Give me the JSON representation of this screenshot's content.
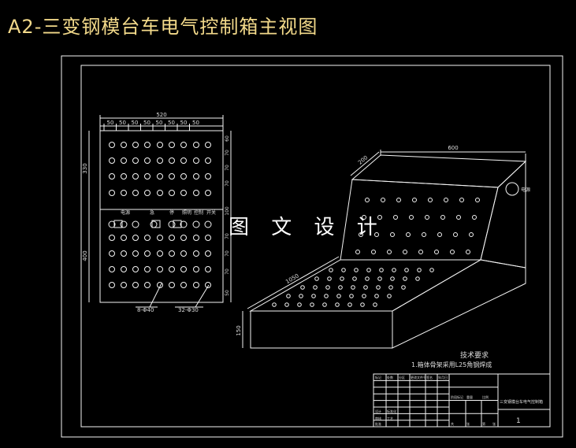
{
  "title": "A2-三变钢模台车电气控制箱主视图",
  "watermark": "图 文 设 计",
  "front_view": {
    "overall_width": "520",
    "column_widths": [
      "50",
      "50",
      "50",
      "50",
      "50",
      "50",
      "50",
      "50"
    ],
    "right_dims": [
      "60",
      "70",
      "70",
      "70",
      "100",
      "70",
      "70",
      "70",
      "50"
    ],
    "left_dims": [
      "330",
      "400"
    ],
    "upper_labels": [
      "电源",
      "急",
      "停",
      "照明",
      "控制",
      "开关"
    ],
    "hole_callout_1": "8-Φ40",
    "hole_callout_2": "32-Φ30"
  },
  "iso_view": {
    "top_length": "600",
    "top_depth": "200",
    "slope_length": "1050",
    "front_height": "150",
    "side_label": "电源"
  },
  "tech_requirements": {
    "heading": "技术要求",
    "line1": "1.箱体骨架采用L25角钢焊成"
  },
  "title_block": {
    "name": "三变钢模台车电气控制箱",
    "sheet": "1",
    "cells": [
      "标记",
      "处数",
      "分区",
      "更改文件号",
      "签名",
      "年月日",
      "设计",
      "标准化",
      "阶段标记",
      "重量",
      "比例",
      "审核",
      "工艺",
      "批准",
      "共",
      "张",
      "第",
      "张"
    ]
  }
}
